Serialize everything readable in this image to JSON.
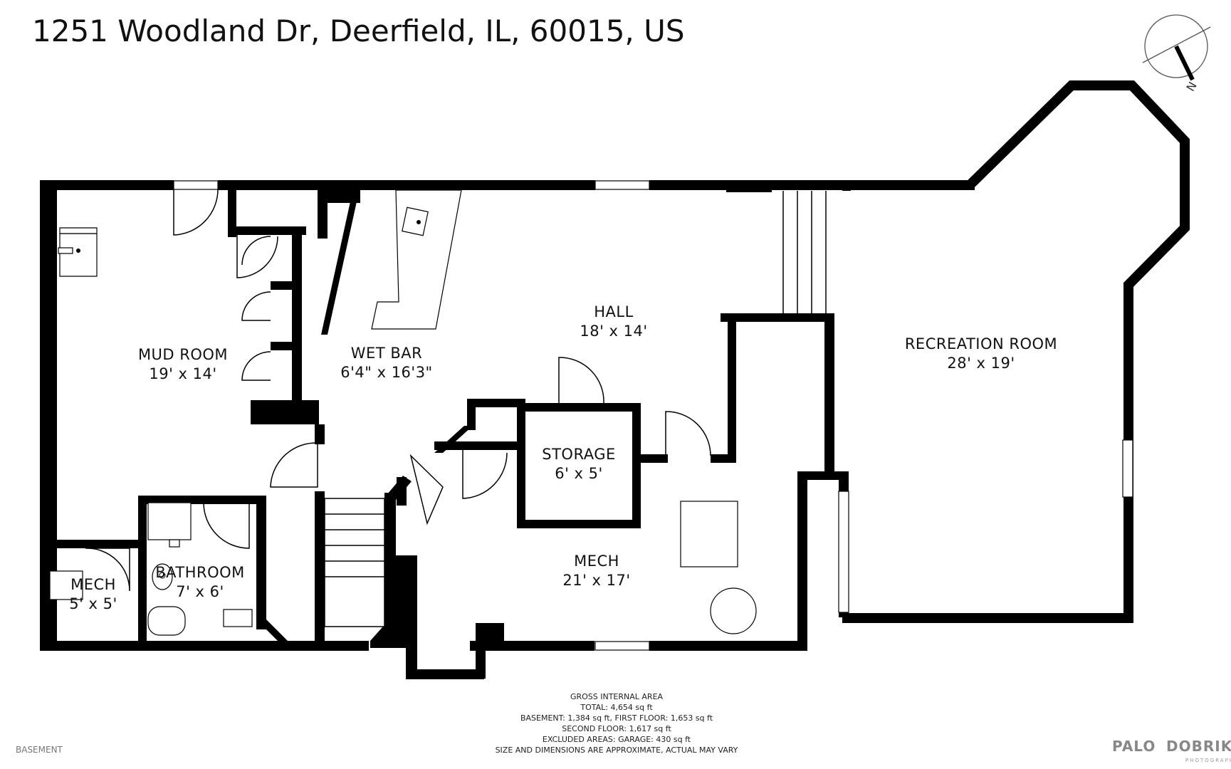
{
  "title": "1251 Woodland Dr, Deerfield, IL, 60015, US",
  "compass": {
    "label": "N"
  },
  "rooms": [
    {
      "id": "mud-room",
      "name": "MUD ROOM",
      "dims": "19' x 14'"
    },
    {
      "id": "wet-bar",
      "name": "WET BAR",
      "dims": "6'4\" x 16'3\""
    },
    {
      "id": "hall",
      "name": "HALL",
      "dims": "18' x 14'"
    },
    {
      "id": "recreation-room",
      "name": "RECREATION ROOM",
      "dims": "28' x 19'"
    },
    {
      "id": "storage",
      "name": "STORAGE",
      "dims": "6' x 5'"
    },
    {
      "id": "mech-large",
      "name": "MECH",
      "dims": "21' x 17'"
    },
    {
      "id": "bathroom",
      "name": "BATHROOM",
      "dims": "7' x 6'"
    },
    {
      "id": "mech-small",
      "name": "MECH",
      "dims": "5' x 5'"
    }
  ],
  "area_summary": {
    "heading": "GROSS INTERNAL AREA",
    "total": "TOTAL: 4,654 sq ft",
    "basement_first": "BASEMENT: 1,384 sq ft, FIRST FLOOR: 1,653 sq ft",
    "second": "SECOND FLOOR: 1,617 sq ft",
    "excluded": "EXCLUDED AREAS: GARAGE: 430 sq ft",
    "disclaimer": "SIZE AND DIMENSIONS ARE APPROXIMATE, ACTUAL MAY VARY"
  },
  "floor_label": "BASEMENT",
  "brand": {
    "left": "PALO",
    "right": "DOBRIK",
    "sub": "PHOTOGRAPHY"
  },
  "colors": {
    "wall": "#000000",
    "background": "#ffffff",
    "text": "#111111",
    "muted": "#777777"
  }
}
